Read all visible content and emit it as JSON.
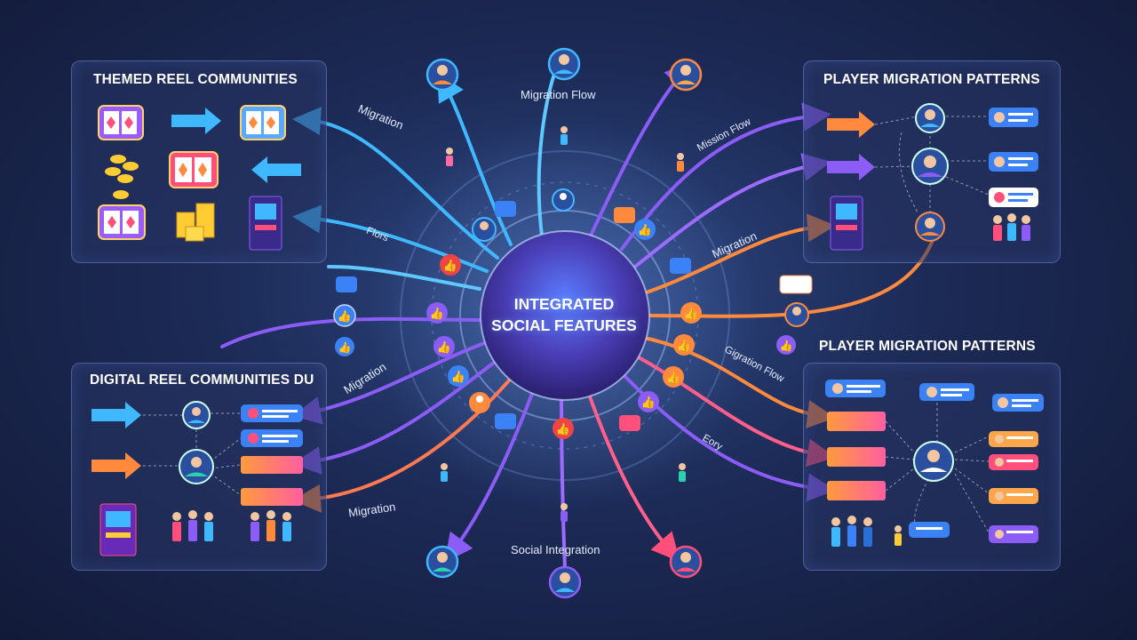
{
  "panels": {
    "top_left_title": "THEMED REEL COMMUNITIES",
    "top_right_title": "PLAYER MIGRATION PATTERNS",
    "bottom_left_title": "DIGITAL REEL COMMUNITIES DU",
    "bottom_right_title": "PLAYER MIGRATION PATTERNS"
  },
  "hub": {
    "line1": "INTEGRATED",
    "line2": "SOCIAL FEATURES"
  },
  "flow_labels": {
    "top_center": "Migration Flow",
    "bottom_center": "Social Integration",
    "top_left_arrow": "Migration",
    "left_mid": "Flors",
    "top_right_arrow": "Mission Flow",
    "right_upper": "Migration",
    "right_lower": "Gigration Flow",
    "right_bottom": "Eory",
    "left_lower": "Migration",
    "bottom_left": "Migration"
  },
  "colors": {
    "blue": "#3fb8ff",
    "purple": "#8b5cf6",
    "orange": "#ff8a3d",
    "pink": "#ff4f7a",
    "like_blue": "#3b82f6",
    "like_red": "#ef4444",
    "hub": "#3b2a8a"
  },
  "icons": {
    "slot": "slot-machine-icon",
    "coins": "coin-stack-icon",
    "arcade": "arcade-cabinet-icon",
    "avatar": "user-avatar-icon",
    "like": "thumbs-up-icon",
    "chat": "chat-bubble-icon",
    "people": "walking-people-icon"
  }
}
